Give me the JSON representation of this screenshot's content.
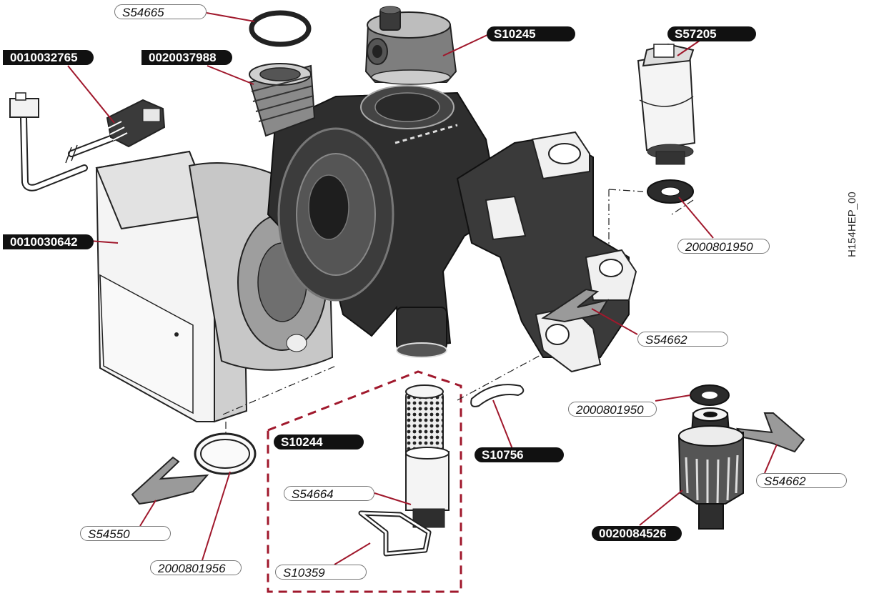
{
  "diagram": {
    "doc_ref": "H154HEP_00",
    "part_labels": [
      {
        "id": "s54665",
        "text": "S54665",
        "style": "outline"
      },
      {
        "id": "p0010032765",
        "text": "0010032765",
        "style": "black"
      },
      {
        "id": "p0020037988",
        "text": "0020037988",
        "style": "black"
      },
      {
        "id": "s10245",
        "text": "S10245",
        "style": "black"
      },
      {
        "id": "s57205",
        "text": "S57205",
        "style": "black"
      },
      {
        "id": "p2000801950a",
        "text": "2000801950",
        "style": "outline"
      },
      {
        "id": "p0010030642",
        "text": "0010030642",
        "style": "black"
      },
      {
        "id": "s54662a",
        "text": "S54662",
        "style": "outline"
      },
      {
        "id": "s10244",
        "text": "S10244",
        "style": "black"
      },
      {
        "id": "s10756",
        "text": "S10756",
        "style": "black"
      },
      {
        "id": "p2000801950b",
        "text": "2000801950",
        "style": "outline"
      },
      {
        "id": "s54662b",
        "text": "S54662",
        "style": "outline"
      },
      {
        "id": "s54664",
        "text": "S54664",
        "style": "outline"
      },
      {
        "id": "s54550",
        "text": "S54550",
        "style": "outline"
      },
      {
        "id": "p0020084526",
        "text": "0020084526",
        "style": "black"
      },
      {
        "id": "s10359",
        "text": "S10359",
        "style": "outline"
      },
      {
        "id": "p2000801956",
        "text": "2000801956",
        "style": "outline"
      }
    ],
    "colors": {
      "leader": "#a0182c",
      "dashed_box": "#a0182c",
      "part_dark": "#2e2e2e",
      "part_mid": "#8a8a8a",
      "part_light": "#d6d6d6",
      "clip_fill": "#9a9a9a"
    }
  }
}
